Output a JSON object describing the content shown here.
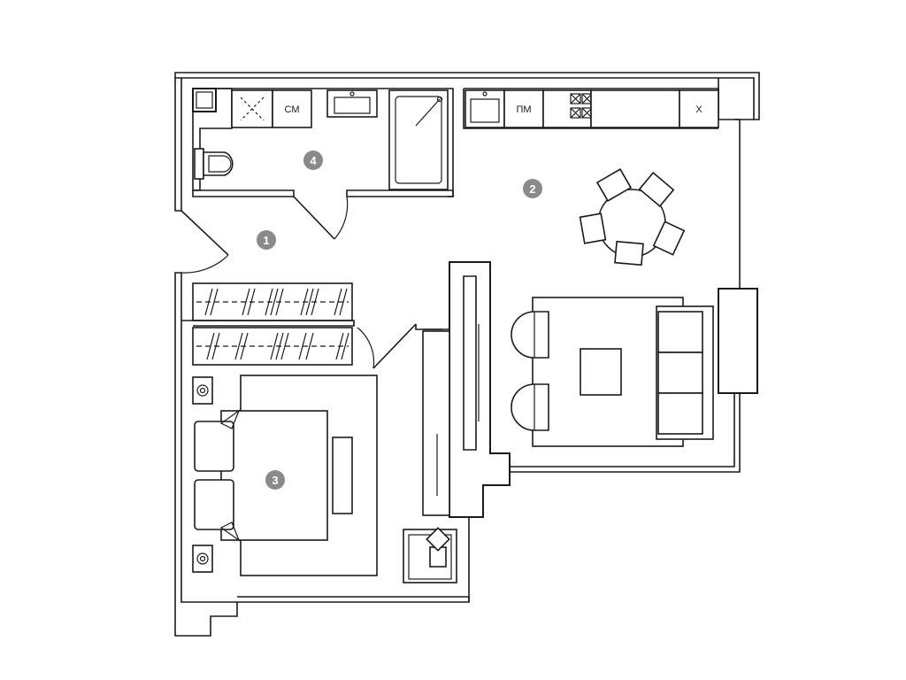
{
  "rooms": [
    {
      "number": "1"
    },
    {
      "number": "2"
    },
    {
      "number": "3"
    },
    {
      "number": "4"
    }
  ],
  "appliances": {
    "washer": "СМ",
    "dishwasher": "ПМ",
    "fridge": "Х"
  },
  "colors": {
    "line": "#1a1a1a",
    "marker": "#8a8a8a",
    "background": "#ffffff"
  }
}
